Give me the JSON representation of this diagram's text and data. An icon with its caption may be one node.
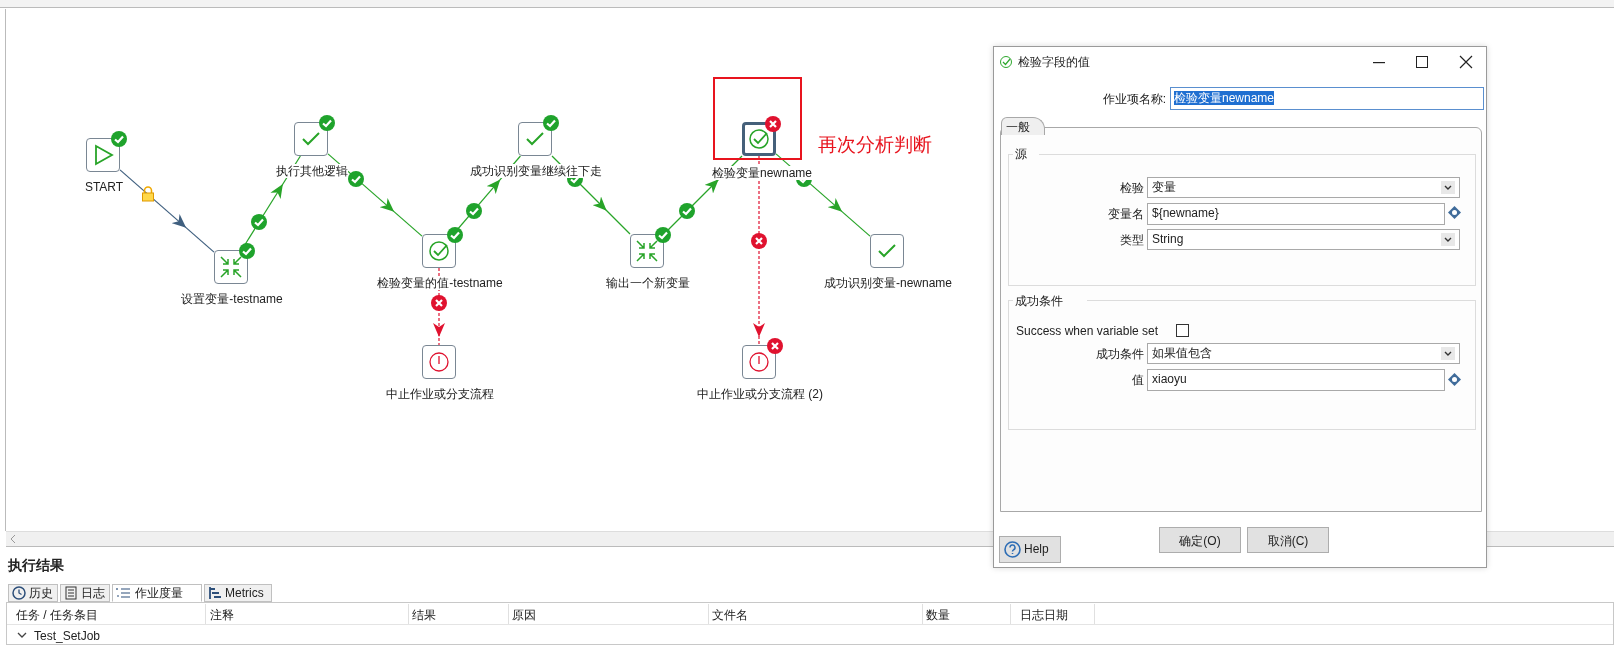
{
  "diagram": {
    "nodes": [
      {
        "text": [
          "START"
        ]
      },
      {
        "text": [
          "设置变量-testname"
        ]
      },
      {
        "text": [
          "执行其他逻辑"
        ]
      },
      {
        "text": [
          "检验变量的值-testname"
        ]
      },
      {
        "text": [
          "成功识别变量继续往下走"
        ]
      },
      {
        "text": [
          "输出一个新变量"
        ]
      },
      {
        "text": [
          "中止作业或分支流程"
        ]
      },
      {
        "text": [
          "检验变量newname"
        ]
      },
      {
        "text": [
          "成功识别变量-newname"
        ]
      },
      {
        "text": [
          "中止作业或分支流程 (2)"
        ]
      }
    ],
    "edges": [
      {
        "from": 0,
        "to": 1,
        "arrow": "to",
        "color": "#3f5f7f"
      },
      {
        "from": 1,
        "to": 2,
        "arrow": "to"
      },
      {
        "from": 2,
        "to": 3,
        "arrow": "to"
      },
      {
        "from": 3,
        "to": 4,
        "arrow": "to"
      },
      {
        "from": 3,
        "to": 6,
        "arrow": "to",
        "style": "dashed",
        "color": "#e0122f"
      },
      {
        "from": 4,
        "to": 5,
        "arrow": "to"
      },
      {
        "from": 5,
        "to": 7,
        "arrow": "to"
      },
      {
        "from": 7,
        "to": 8,
        "arrow": "to"
      },
      {
        "from": 7,
        "to": 9,
        "arrow": "to",
        "style": "dashed",
        "color": "#e0122f"
      }
    ],
    "labels": [
      "再次分析判断",
      "检验字段的值",
      "作业项名称:",
      "检验变量newname",
      "一般",
      "源",
      "检验",
      "变量",
      "变量名",
      "${newname}",
      "类型",
      "String",
      "成功条件",
      "Success when variable set",
      "成功条件",
      "如果值包含",
      "值",
      "xiaoyu",
      "Help",
      "确定(O)",
      "取消(C)",
      "执行结果",
      "历史",
      "日志",
      "作业度量",
      "Metrics",
      "任务 / 任务条目",
      "注释",
      "结果",
      "原因",
      "文件名",
      "数量",
      "日志日期",
      "Test_SetJob"
    ]
  }
}
